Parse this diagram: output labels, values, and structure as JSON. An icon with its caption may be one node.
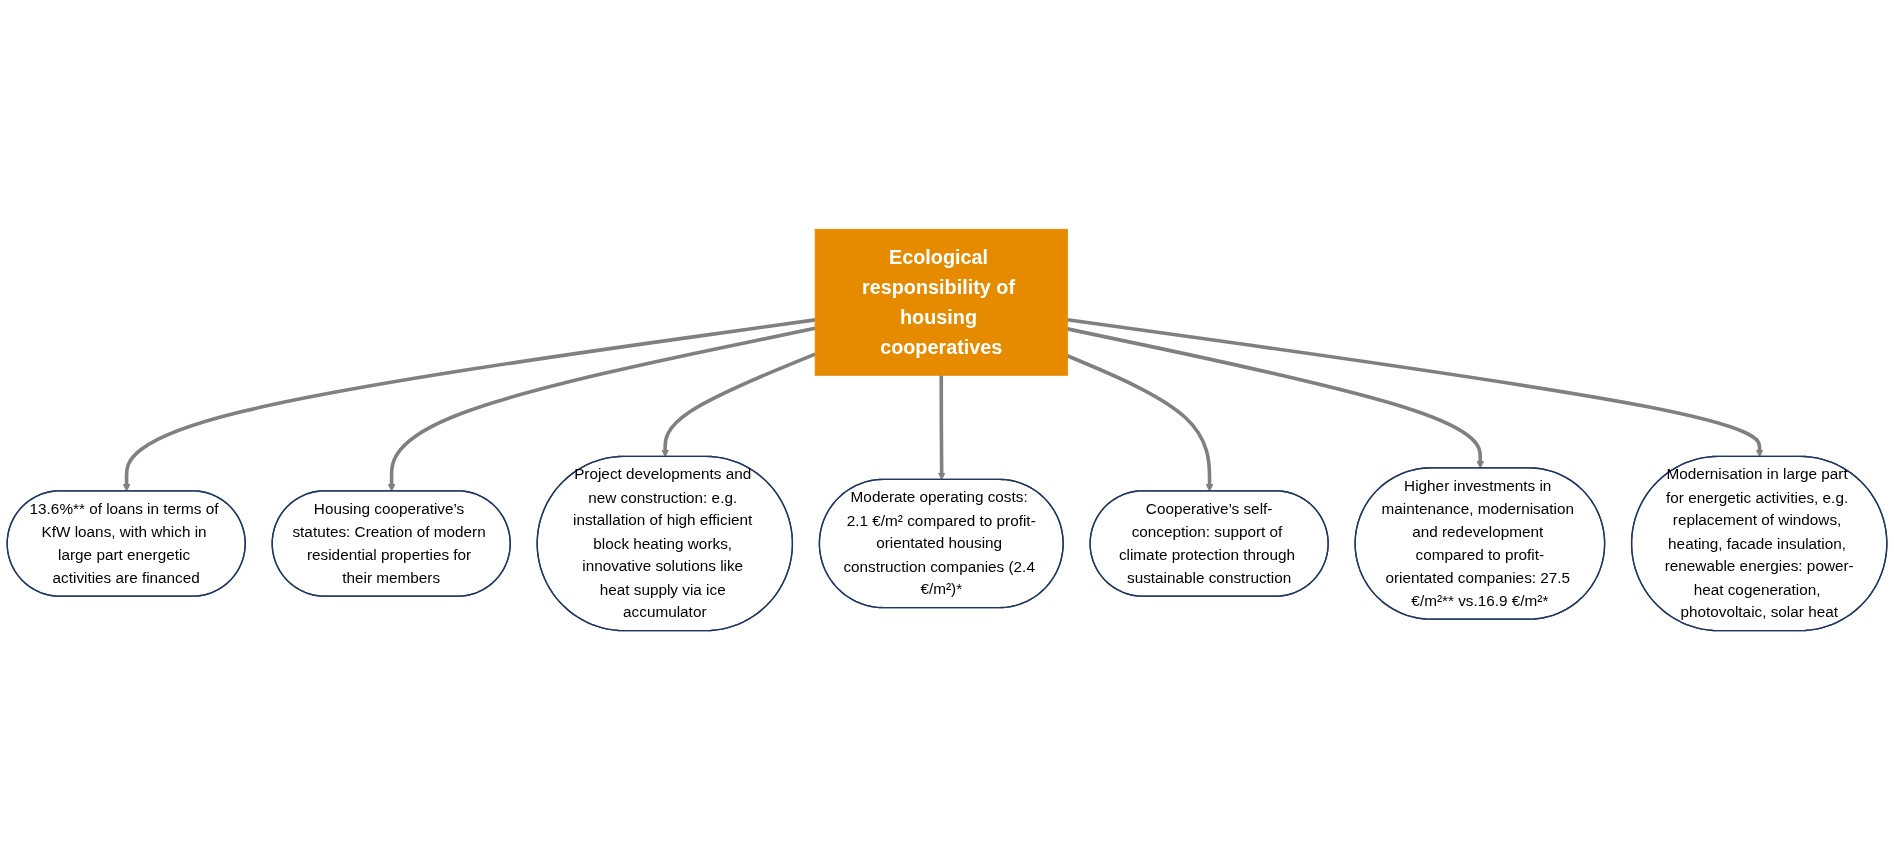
{
  "diagram": {
    "nodes": [
      {
        "text": [
          "13.6%** of loans in terms of KfW loans, with which in large part energetic activities are financed"
        ]
      },
      {
        "text": [
          "Housing cooperative’s statutes: Creation of modern residential properties for their members"
        ]
      },
      {
        "text": [
          "Project developments and new construction: e.g. installation of high efficient block heating works, innovative solutions like heat supply via ice accumulator"
        ]
      },
      {
        "text": [
          "Moderate operating costs: 2.1 €/m² compared to profit-orientated housing construction companies (2.4 €/m²)*"
        ]
      },
      {
        "text": [
          "Ecological responsibility of housing cooperatives"
        ]
      },
      {
        "text": [
          "Cooperative’s self-conception: support of climate protection through sustainable construction"
        ]
      },
      {
        "text": [
          "Higher investments in maintenance, modernisation and redevelopment compared to profit-orientated companies: 27.5 €/m²** vs.16.9 €/m²*"
        ]
      },
      {
        "text": [
          "Modernisation in large part for energetic activities, e.g. replacement of windows, heating, facade insulation, renewable energies: power-heat cogeneration, photovoltaic, solar heat"
        ]
      }
    ],
    "edges": [
      {
        "from": 4,
        "to": 0,
        "arrow": "to"
      },
      {
        "from": 4,
        "to": 1,
        "arrow": "to"
      },
      {
        "from": 4,
        "to": 2,
        "arrow": "to"
      },
      {
        "from": 4,
        "to": 3,
        "arrow": "to"
      },
      {
        "from": 4,
        "to": 5,
        "arrow": "to"
      },
      {
        "from": 4,
        "to": 6,
        "arrow": "to"
      },
      {
        "from": 4,
        "to": 7,
        "arrow": "to"
      }
    ]
  }
}
